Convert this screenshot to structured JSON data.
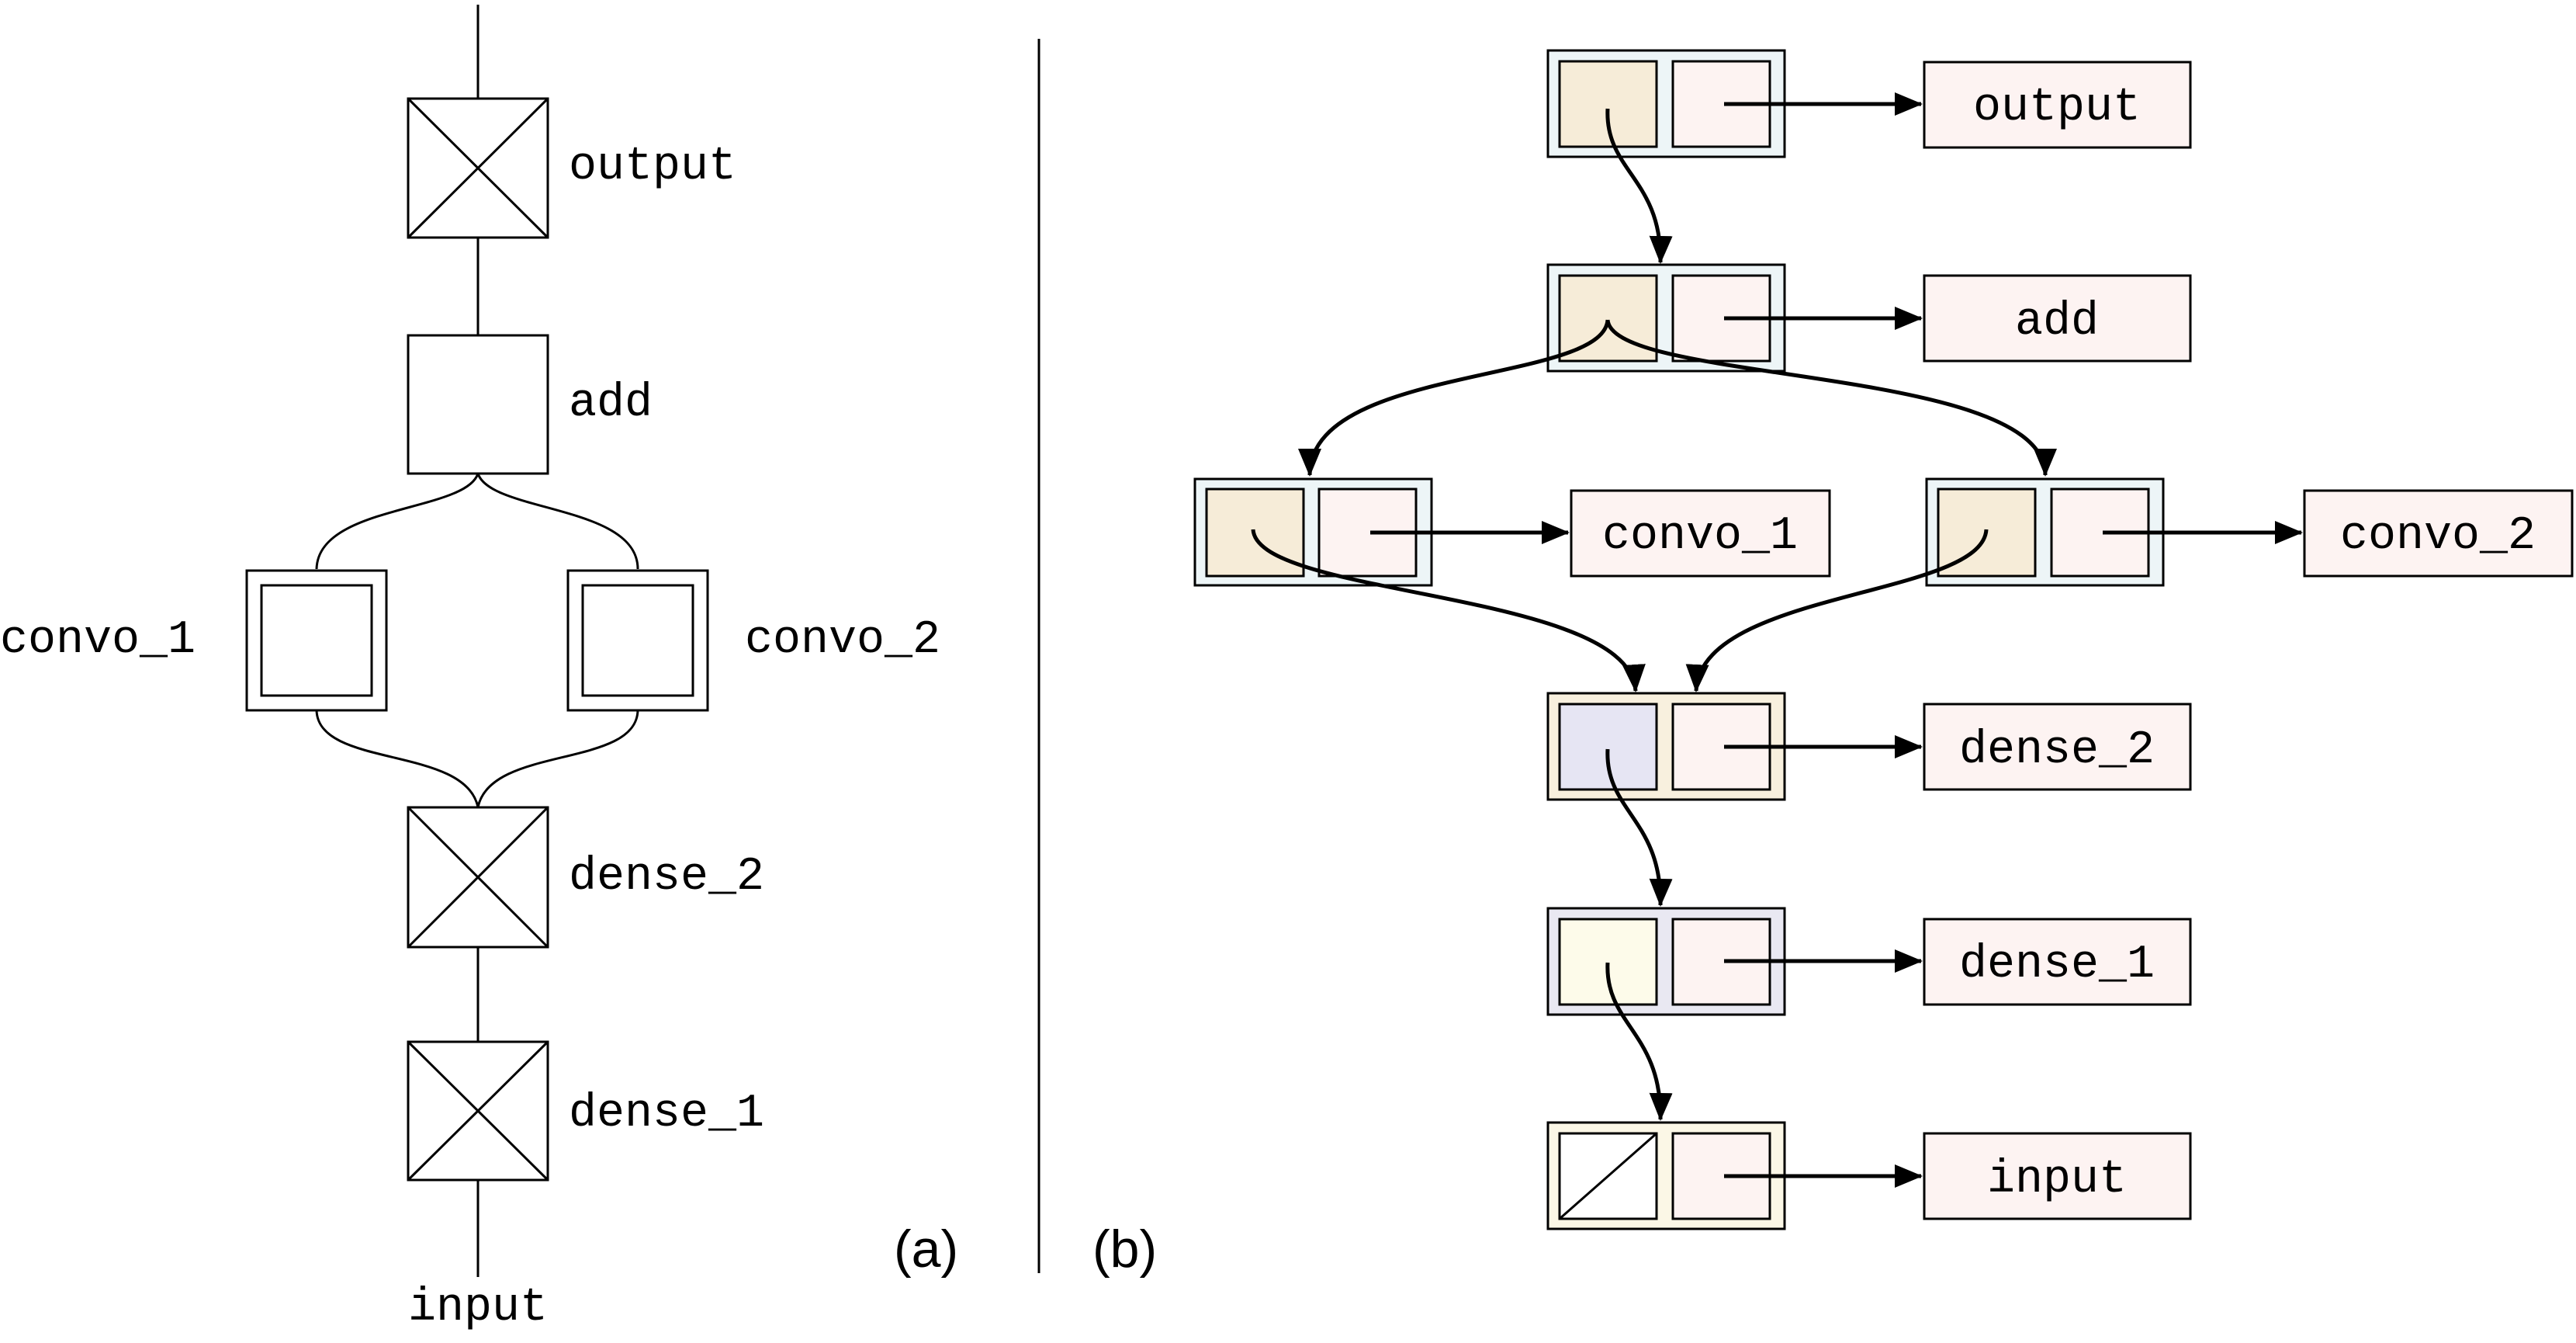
{
  "panel_a": {
    "caption": "(a)",
    "input_label": "input",
    "nodes": {
      "output": "output",
      "add": "add",
      "convo_1": "convo_1",
      "convo_2": "convo_2",
      "dense_2": "dense_2",
      "dense_1": "dense_1"
    }
  },
  "panel_b": {
    "caption": "(b)",
    "labels": {
      "output": "output",
      "add": "add",
      "convo_1": "convo_1",
      "convo_2": "convo_2",
      "dense_2": "dense_2",
      "dense_1": "dense_1",
      "input": "input"
    }
  },
  "colors": {
    "stroke": "#000000",
    "cell_light_blue": "#edf5f7",
    "cell_beige": "#f6ecd8",
    "cell_pink": "#fdf3f2",
    "cell_lavender": "#e6e5f3",
    "cell_light_yellow": "#fdfbea",
    "outer_lavender": "#e9e8f2",
    "outer_cream": "#fbf7e6",
    "outer_beige": "#f8f0de"
  }
}
